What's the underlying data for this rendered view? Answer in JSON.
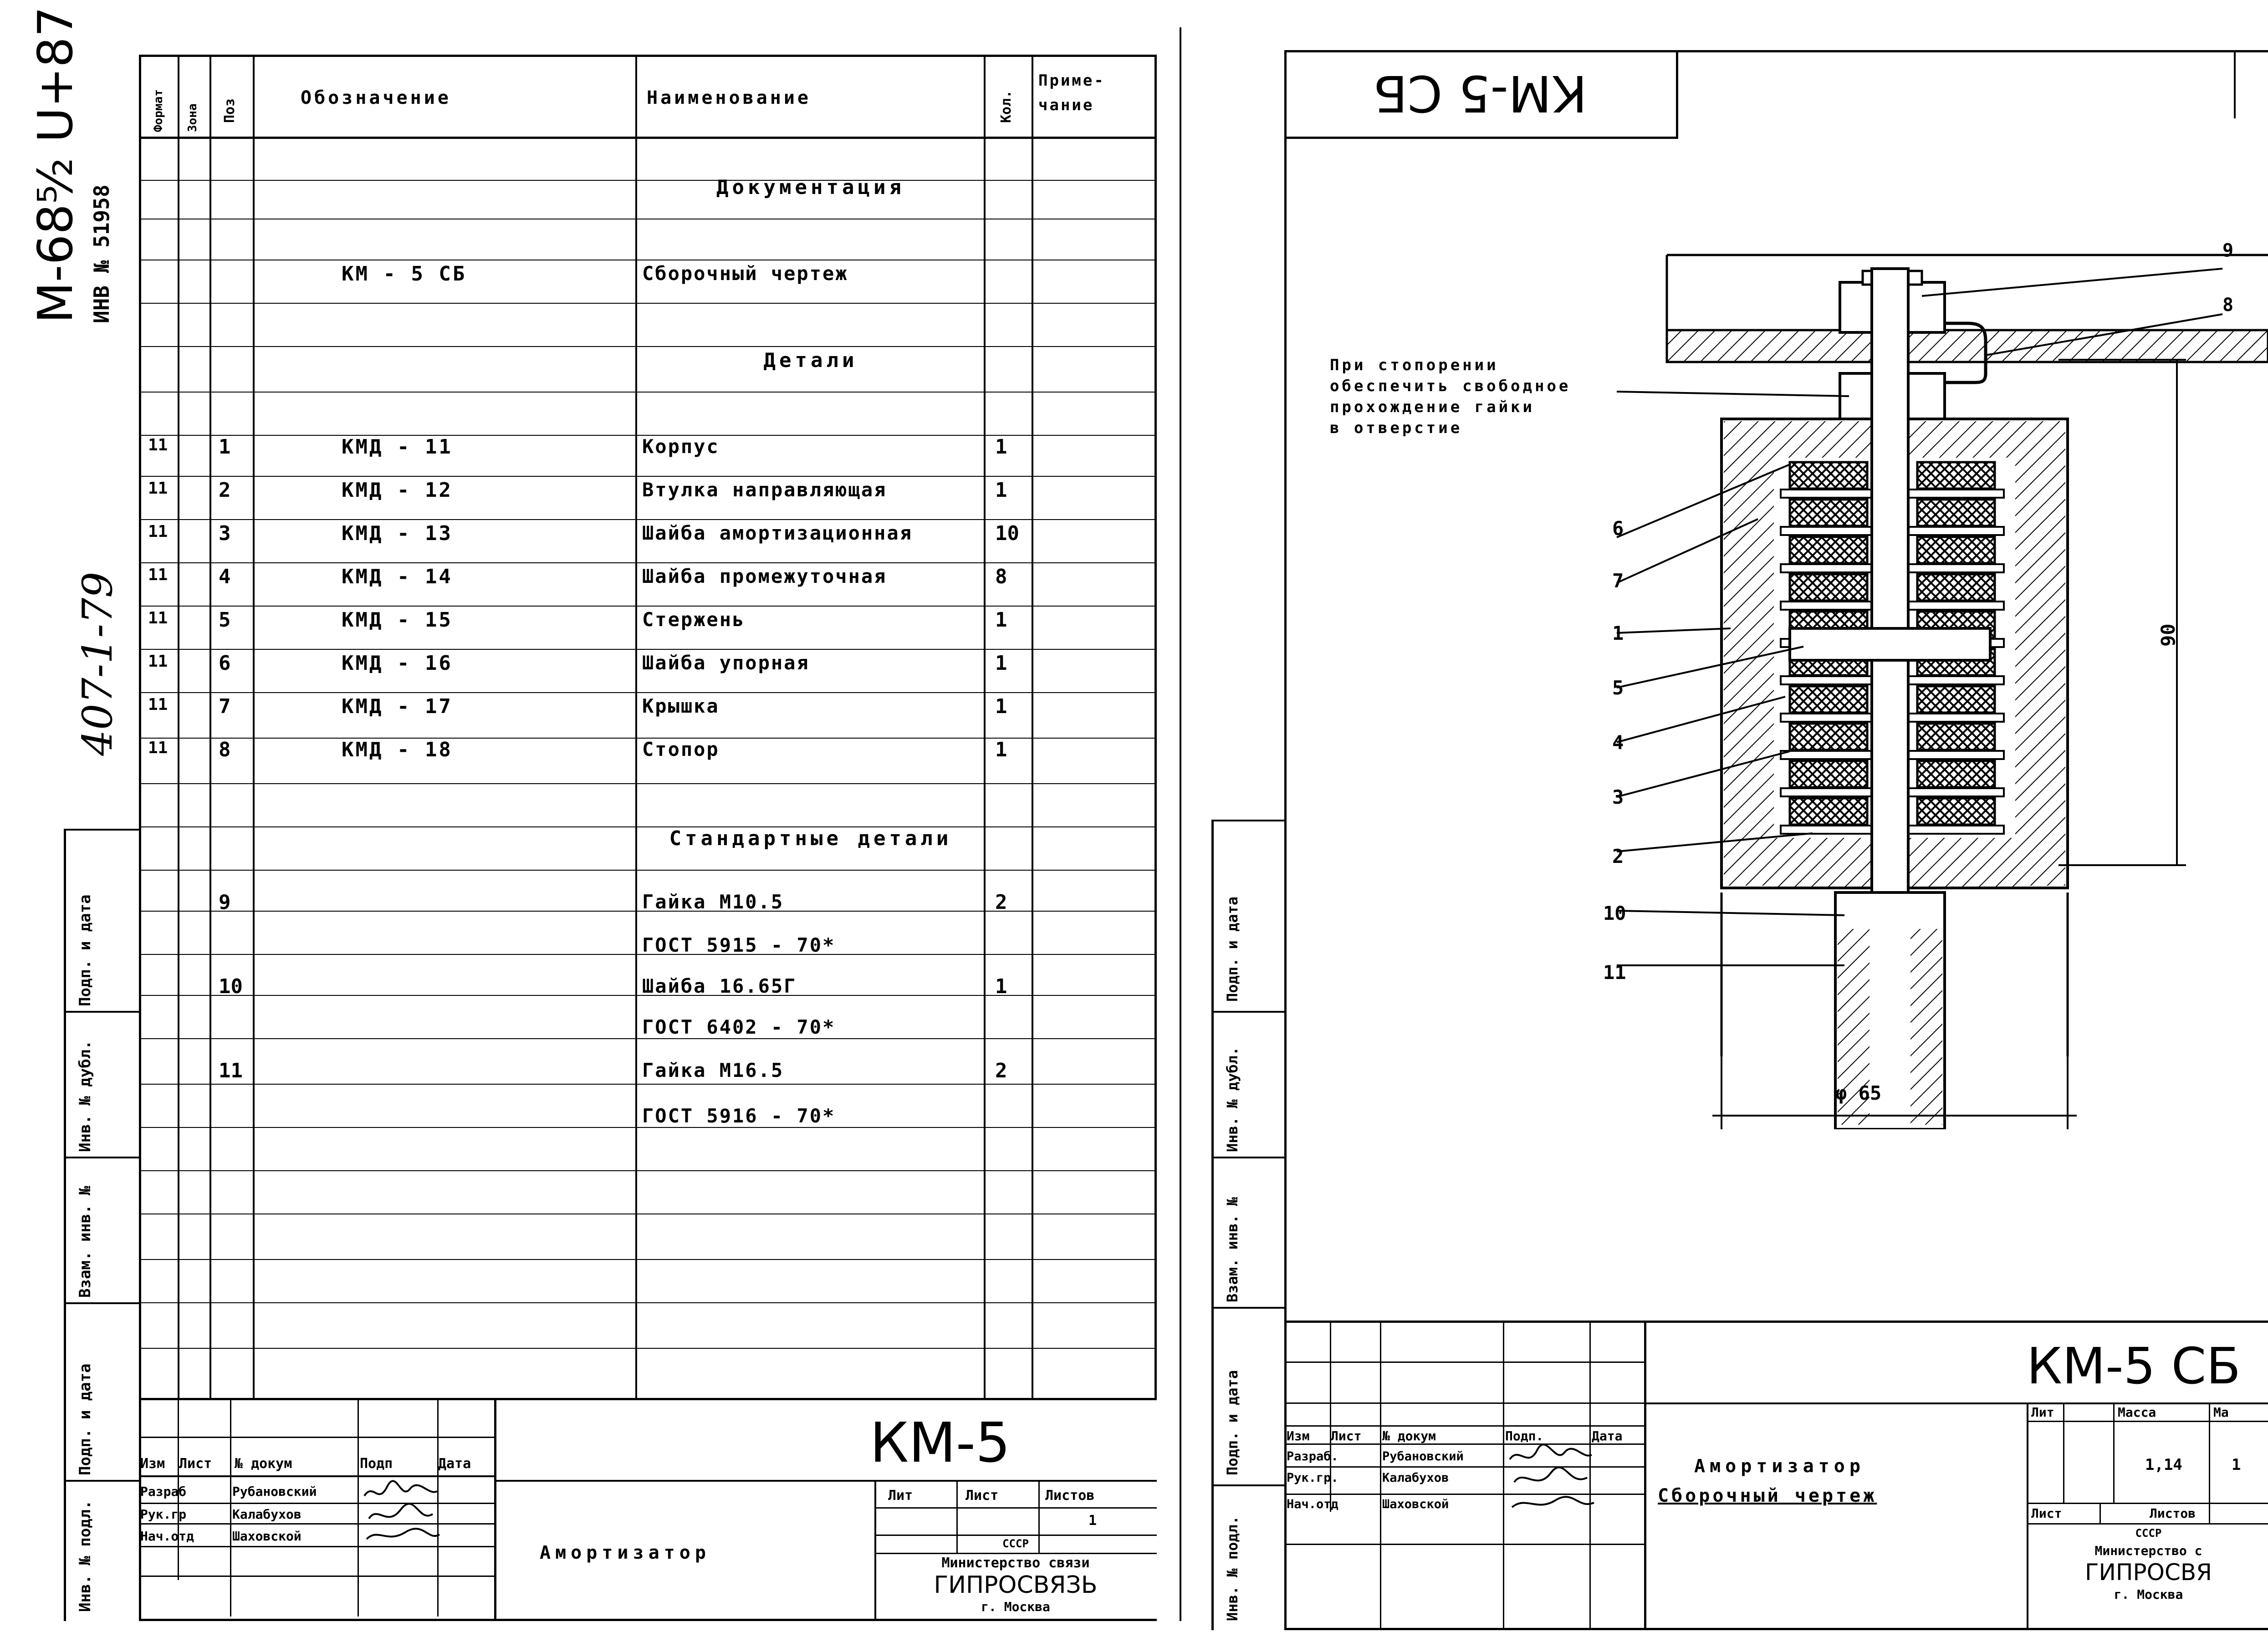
{
  "margin_stamp": {
    "code": "М-68⁵⁄₂ U+87",
    "inv": "ИНВ № 51958",
    "project": "407-1-79"
  },
  "spec": {
    "headers": {
      "format": "Формат",
      "zone": "Зона",
      "pos": "Поз",
      "designation": "Обозначение",
      "name": "Наименование",
      "qty": "Кол.",
      "note": "Приме-чание"
    },
    "rows": [
      {
        "format": "",
        "pos": "",
        "designation": "",
        "name": "Документация",
        "qty": "",
        "heading": true
      },
      {
        "format": "",
        "pos": "",
        "designation": "КМ - 5 СБ",
        "name": "Сборочный чертеж",
        "qty": ""
      },
      {
        "format": "",
        "pos": "",
        "designation": "",
        "name": "Детали",
        "qty": "",
        "heading": true
      },
      {
        "format": "11",
        "pos": "1",
        "designation": "КМД - 11",
        "name": "Корпус",
        "qty": "1"
      },
      {
        "format": "11",
        "pos": "2",
        "designation": "КМД - 12",
        "name": "Втулка направляющая",
        "qty": "1"
      },
      {
        "format": "11",
        "pos": "3",
        "designation": "КМД - 13",
        "name": "Шайба амортизационная",
        "qty": "10"
      },
      {
        "format": "11",
        "pos": "4",
        "designation": "КМД - 14",
        "name": "Шайба промежуточная",
        "qty": "8"
      },
      {
        "format": "11",
        "pos": "5",
        "designation": "КМД - 15",
        "name": "Стержень",
        "qty": "1"
      },
      {
        "format": "11",
        "pos": "6",
        "designation": "КМД - 16",
        "name": "Шайба упорная",
        "qty": "1"
      },
      {
        "format": "11",
        "pos": "7",
        "designation": "КМД - 17",
        "name": "Крышка",
        "qty": "1"
      },
      {
        "format": "11",
        "pos": "8",
        "designation": "КМД - 18",
        "name": "Стопор",
        "qty": "1"
      },
      {
        "format": "",
        "pos": "",
        "designation": "",
        "name": "Стандартные детали",
        "qty": "",
        "heading": true
      },
      {
        "format": "",
        "pos": "9",
        "designation": "",
        "name": "Гайка М10.5",
        "qty": "2"
      },
      {
        "format": "",
        "pos": "",
        "designation": "",
        "name": "ГОСТ 5915 - 70*",
        "qty": ""
      },
      {
        "format": "",
        "pos": "10",
        "designation": "",
        "name": "Шайба 16.65Г",
        "qty": "1"
      },
      {
        "format": "",
        "pos": "",
        "designation": "",
        "name": "ГОСТ 6402 - 70*",
        "qty": ""
      },
      {
        "format": "",
        "pos": "11",
        "designation": "",
        "name": "Гайка М16.5",
        "qty": "2"
      },
      {
        "format": "",
        "pos": "",
        "designation": "",
        "name": "ГОСТ 5916 - 70*",
        "qty": ""
      }
    ]
  },
  "side_labels": {
    "podp_data": "Подп. и дата",
    "inv_dubl": "Инв. № дубл.",
    "vzam_inv": "Взам. инв. №",
    "podp_data2": "Подп. и дата",
    "inv_podl": "Инв. № подл."
  },
  "left_title_block": {
    "code": "КМ-5",
    "title": "Амортизатор",
    "cols": [
      "Изм",
      "Лист",
      "№ докум",
      "Подп",
      "Дата"
    ],
    "people": [
      {
        "role": "Разраб",
        "name": "Рубановский"
      },
      {
        "role": "Рук.гр",
        "name": "Калабухов"
      },
      {
        "role": "Нач.отд",
        "name": "Шаховской"
      }
    ],
    "lit": "Лит",
    "sheet": "Лист",
    "sheets": "Листов",
    "sheets_value": "1",
    "org_line1": "СССР",
    "org_line2": "Министерство связи",
    "org_name": "ГИПРОСВЯЗЬ",
    "org_city": "г. Москва"
  },
  "drawing": {
    "stamp_code": "КМ-5 СБ",
    "note": [
      "При стопорении",
      "обеспечить свободное",
      "прохождение гайки",
      "в отверстие"
    ],
    "callouts": [
      "9",
      "8",
      "6",
      "7",
      "1",
      "5",
      "4",
      "3",
      "2",
      "10",
      "11"
    ],
    "dim_height": "90",
    "dim_diameter": "φ 65"
  },
  "right_title_block": {
    "code": "КМ-5 СБ",
    "title_line1": "Амортизатор",
    "title_line2": "Сборочный чертеж",
    "cols": [
      "Изм",
      "Лист",
      "№ докум",
      "Подп.",
      "Дата"
    ],
    "people": [
      {
        "role": "Разраб.",
        "name": "Рубановский"
      },
      {
        "role": "Рук.гр.",
        "name": "Калабухов"
      },
      {
        "role": "Нач.отд",
        "name": "Шаховской"
      }
    ],
    "lit": "Лит",
    "mass": "Масса",
    "scale": "Ма",
    "mass_value": "1,14",
    "scale_value": "1",
    "sheet": "Лист",
    "sheets": "Листов",
    "org_line1": "СССР",
    "org_line2": "Министерство с",
    "org_name": "ГИПРОСВЯ",
    "org_city": "г. Москва"
  }
}
